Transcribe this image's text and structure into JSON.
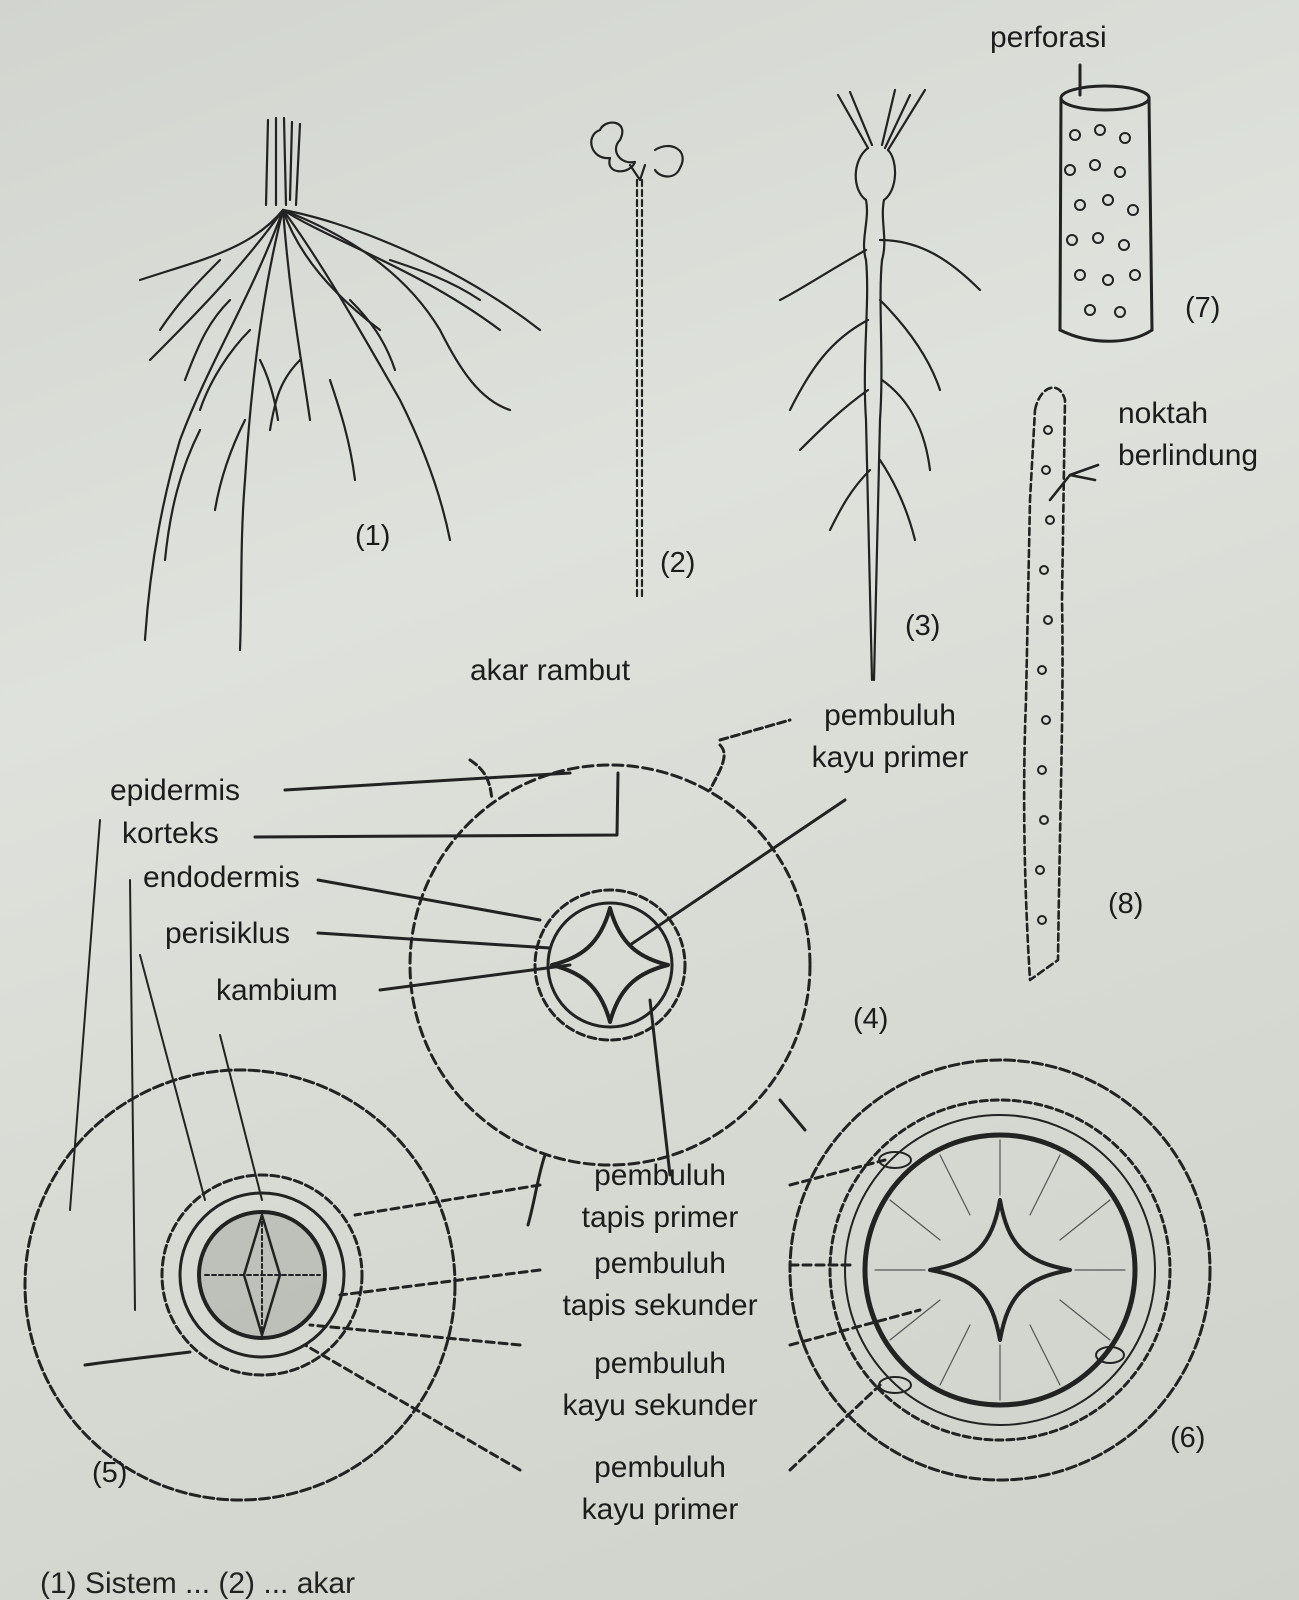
{
  "figures": {
    "fig1": "(1)",
    "fig2": "(2)",
    "fig3": "(3)",
    "fig4": "(4)",
    "fig5": "(5)",
    "fig6": "(6)",
    "fig7": "(7)",
    "fig8": "(8)"
  },
  "labels": {
    "perforasi": "perforasi",
    "noktah_berlindung": [
      "noktah",
      "berlindung"
    ],
    "akar_rambut": "akar rambut",
    "pembuluh_kayu_primer_top": [
      "pembuluh",
      "kayu primer"
    ],
    "epidermis": "epidermis",
    "korteks": "korteks",
    "endodermis": "endodermis",
    "perisiklus": "perisiklus",
    "kambium": "kambium",
    "pembuluh_tapis_primer": [
      "pembuluh",
      "tapis primer"
    ],
    "pembuluh_tapis_sekunder": [
      "pembuluh",
      "tapis sekunder"
    ],
    "pembuluh_kayu_sekunder": [
      "pembuluh",
      "kayu sekunder"
    ],
    "pembuluh_kayu_primer_bottom": [
      "pembuluh",
      "kayu primer"
    ]
  },
  "caption": "(1) Sistem ... (2) ... akar"
}
